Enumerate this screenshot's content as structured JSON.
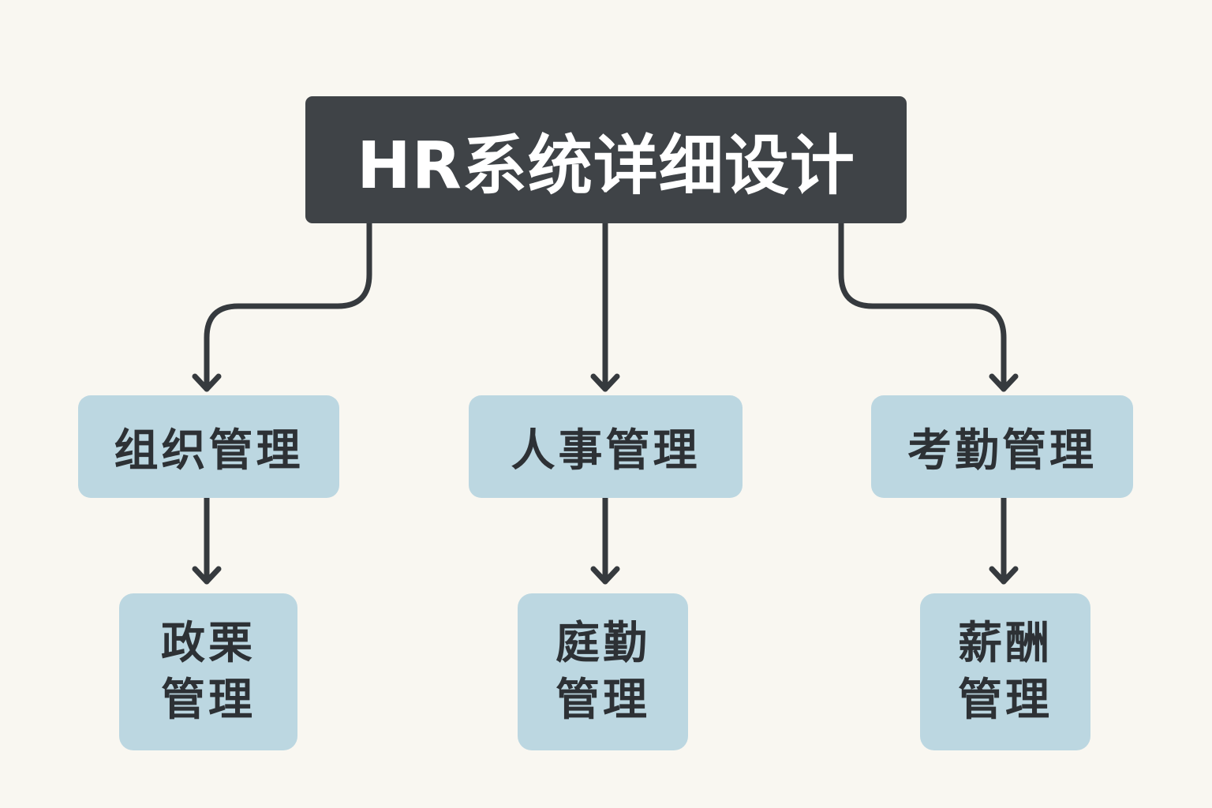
{
  "diagram": {
    "type": "hierarchy-tree",
    "colors": {
      "background": "#f9f7f1",
      "root_fill": "#3f4347",
      "root_text": "#ffffff",
      "node_fill": "#bcd7e1",
      "node_text": "#2d3135",
      "connector": "#363a3e"
    },
    "root": {
      "label": "HR系统详细设计"
    },
    "level1": [
      {
        "label": "组织管理"
      },
      {
        "label": "人事管理"
      },
      {
        "label": "考勤管理"
      }
    ],
    "level2": [
      {
        "parent": "组织管理",
        "line1": "政栗",
        "line2": "管理"
      },
      {
        "parent": "人事管理",
        "line1": "庭勤",
        "line2": "管理"
      },
      {
        "parent": "考勤管理",
        "line1": "薪酬",
        "line2": "管理"
      }
    ],
    "edges": [
      {
        "from": "HR系统详细设计",
        "to": "组织管理"
      },
      {
        "from": "HR系统详细设计",
        "to": "人事管理"
      },
      {
        "from": "HR系统详细设计",
        "to": "考勤管理"
      },
      {
        "from": "组织管理",
        "to": "政栗管理"
      },
      {
        "from": "人事管理",
        "to": "庭勤管理"
      },
      {
        "from": "考勤管理",
        "to": "薪酬管理"
      }
    ]
  }
}
